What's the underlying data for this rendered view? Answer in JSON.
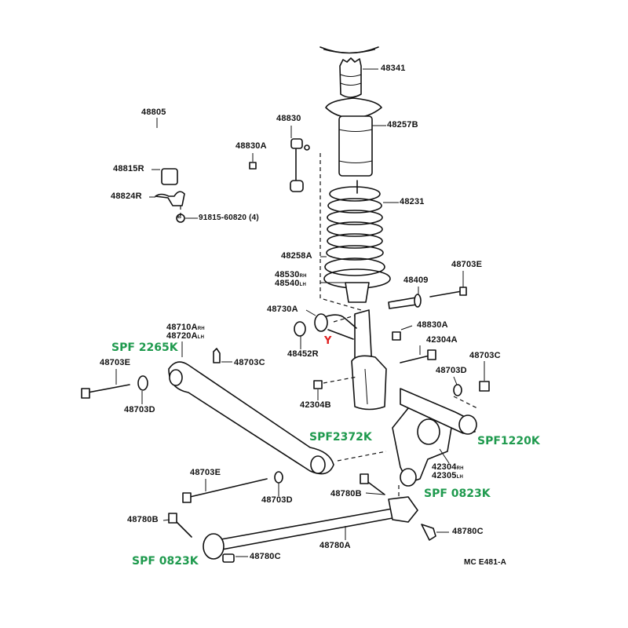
{
  "diagram": {
    "title_code": "MC E481-A",
    "part_labels": {
      "p48341": "48341",
      "p48257B": "48257B",
      "p48805": "48805",
      "p48830": "48830",
      "p48830A_top": "48830A",
      "p48815R": "48815R",
      "p48824R": "48824R",
      "p91815": "91815-60820 (4)",
      "p48231": "48231",
      "p48258A": "48258A",
      "p48530": "48530",
      "p48530_sub": "RH",
      "p48540": "48540",
      "p48540_sub": "LH",
      "p48409": "48409",
      "p48703E_top": "48703E",
      "p48730A": "48730A",
      "p48830A_mid": "48830A",
      "p48452R": "48452R",
      "p42304A": "42304A",
      "p48710A": "48710A",
      "p48710A_sub": "RH",
      "p48720A": "48720A",
      "p48720A_sub": "LH",
      "p48703C_left": "48703C",
      "p48703E_left": "48703E",
      "p48703D_left": "48703D",
      "p42304B": "42304B",
      "p48703D_right": "48703D",
      "p48703C_right": "48703C",
      "p42304": "42304",
      "p42304_sub": "RH",
      "p42305": "42305",
      "p42305_sub": "LH",
      "p48703E_low": "48703E",
      "p48703D_low": "48703D",
      "p48780B_mid": "48780B",
      "p48780B_left": "48780B",
      "p48780C_right": "48780C",
      "p48780A": "48780A",
      "p48780C_left": "48780C",
      "bolt_marker": "B"
    },
    "spf_labels": {
      "spf_2265k": "SPF 2265K",
      "spf_2372k": "SPF2372K",
      "spf_1220k": "SPF1220K",
      "spf_0823k_right": "SPF 0823K",
      "spf_0823k_left": "SPF 0823K"
    },
    "marker_y": "Y",
    "colors": {
      "spf_green": "#1f9a4e",
      "marker_red": "#e01e1e",
      "line": "#111111"
    }
  }
}
